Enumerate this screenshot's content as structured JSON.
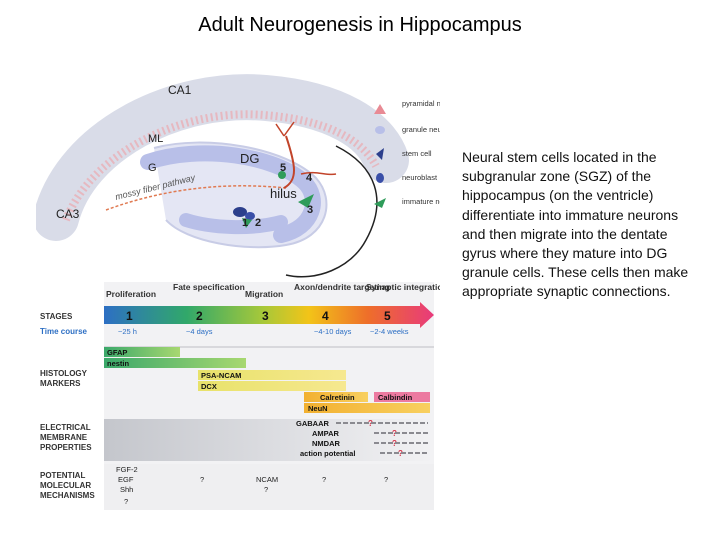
{
  "slide": {
    "title": "Adult Neurogenesis in Hippocampus",
    "description": "Neural stem cells located in the subgranular zone (SGZ) of the hippocampus (on the ventricle) differentiate into immature neurons and then migrate into the dentate gyrus where they mature into DG granule cells. These cells then make appropriate synaptic connections."
  },
  "anatomy": {
    "region_labels": [
      "CA1",
      "CA3",
      "ML",
      "G",
      "DG",
      "hilus"
    ],
    "pathway_label": "mossy fiber pathway",
    "stage_markers": [
      "1",
      "2",
      "3",
      "4",
      "5"
    ]
  },
  "legend": [
    {
      "label": "pyramidal neuron",
      "icon": "pyramidal-neuron-icon",
      "color": "#e88a94"
    },
    {
      "label": "granule neuron",
      "icon": "granule-neuron-icon",
      "color": "#b8bfe8"
    },
    {
      "label": "stem cell",
      "icon": "stem-cell-icon",
      "color": "#2c3f8c"
    },
    {
      "label": "neuroblast",
      "icon": "neuroblast-icon",
      "color": "#3a4fa8"
    },
    {
      "label": "immature neuron",
      "icon": "immature-neuron-icon",
      "color": "#2f9c5a"
    }
  ],
  "timeline": {
    "phases": [
      "Proliferation",
      "Fate specification",
      "Migration",
      "Axon/dendrite targeting",
      "Synaptic integration"
    ],
    "stages_label": "STAGES",
    "stages": [
      "1",
      "2",
      "3",
      "4",
      "5"
    ],
    "time_course_label": "Time course",
    "time_course": [
      "~25 h",
      "~4 days",
      "",
      "~4-10 days",
      "~2-4 weeks"
    ]
  },
  "histology": {
    "label": "HISTOLOGY MARKERS",
    "markers": [
      "GFAP",
      "nestin",
      "PSA-NCAM",
      "DCX",
      "Calretinin",
      "Calbindin",
      "NeuN"
    ]
  },
  "electrical": {
    "label": "ELECTRICAL MEMBRANE PROPERTIES",
    "properties": [
      "GABAAR",
      "AMPAR",
      "NMDAR",
      "action potential"
    ],
    "unknown_mark": "?"
  },
  "molecular": {
    "label": "POTENTIAL MOLECULAR MECHANISMS",
    "factors": [
      "FGF-2",
      "EGF",
      "Shh",
      "?",
      "?",
      "NCAM",
      "?",
      "?",
      "?"
    ]
  },
  "colors": {
    "accent_red": "#d6334a",
    "stage_gradient": [
      "#2d6fc4",
      "#31a86a",
      "#a6c83a",
      "#f2c418",
      "#ee6e2a",
      "#e83a7c"
    ]
  }
}
